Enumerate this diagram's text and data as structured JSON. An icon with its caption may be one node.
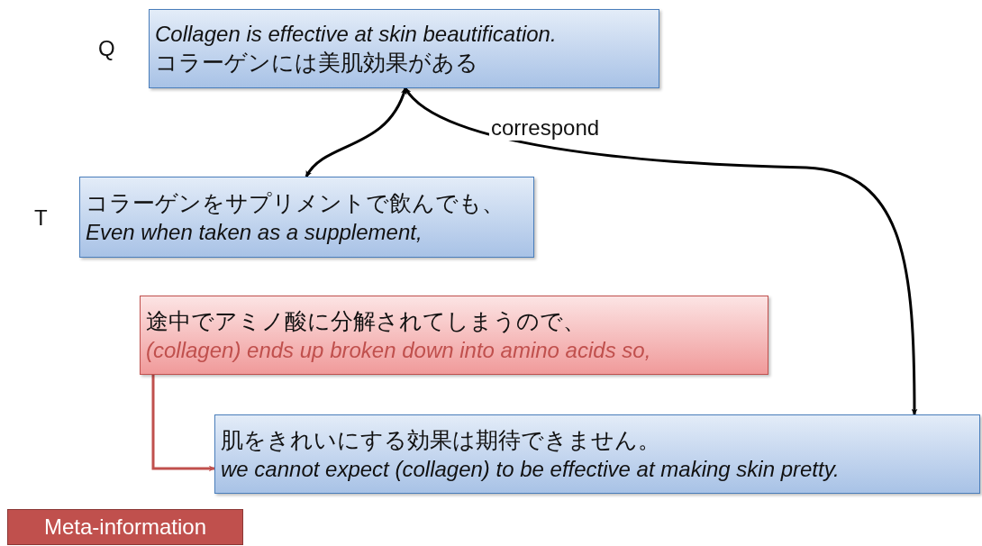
{
  "diagram": {
    "nodes": [
      {
        "text": [
          "Collagen is effective at skin beautification.",
          "コラーゲンには美肌効果がある"
        ],
        "beside": [
          "Q"
        ]
      },
      {
        "text": [
          "コラーゲンをサプリメントで飲んでも、",
          "Even when taken as a supplement,"
        ],
        "beside": [
          "T"
        ]
      },
      {
        "text": [
          "途中でアミノ酸に分解されてしまうので、",
          "(collagen) ends up broken down into amino acids so,"
        ]
      },
      {
        "text": [
          "肌をきれいにする効果は期待できません。",
          "we cannot expect (collagen) to be effective at making skin pretty."
        ]
      },
      {
        "text": [
          "Meta-information"
        ]
      }
    ],
    "edges": [
      {
        "from": 0,
        "to": 1,
        "arrow": "both"
      },
      {
        "from": 0,
        "to": 3,
        "arrow": "both",
        "label": "correspond"
      },
      {
        "from": 2,
        "to": 3,
        "arrow": "to",
        "color": "#c0504d"
      }
    ]
  }
}
